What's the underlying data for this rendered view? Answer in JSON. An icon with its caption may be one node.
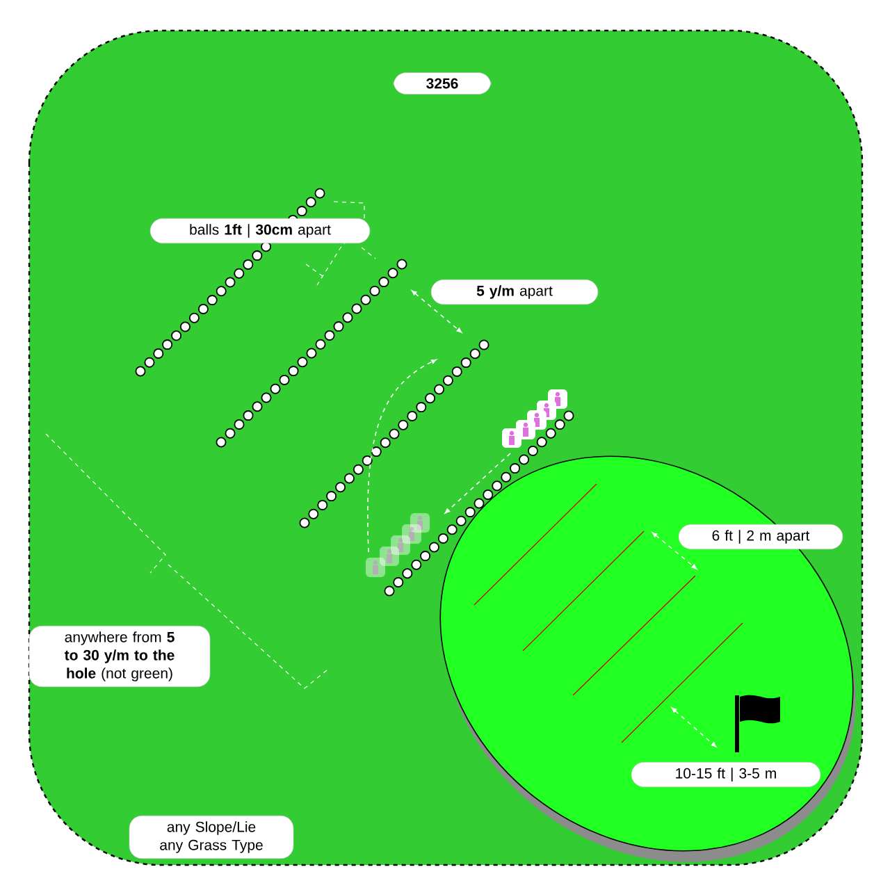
{
  "diagram": {
    "nodes": [
      {
        "text": [
          "3256"
        ]
      },
      {
        "text": [
          "balls **1ft** | **30cm** apart"
        ]
      },
      {
        "text": [
          "**5 y/m** apart"
        ]
      },
      {
        "text": [
          "6 ft | 2 m apart"
        ]
      },
      {
        "text": [
          "anywhere from **5 to 30 y/m to the hole** (not green)"
        ]
      },
      {
        "text": [
          "10-15 ft | 3-5 m"
        ]
      },
      {
        "text": [
          "any Slope/Lie any Grass Type"
        ]
      }
    ]
  }
}
